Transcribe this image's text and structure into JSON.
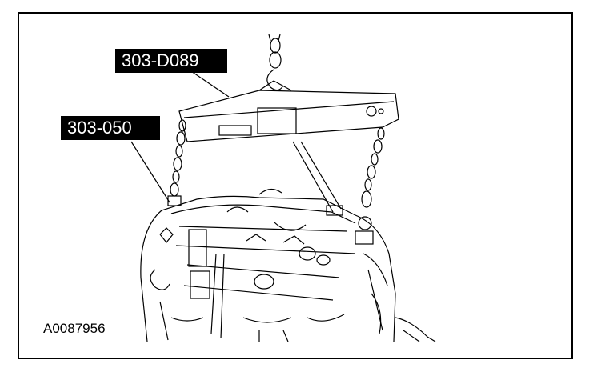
{
  "callouts": {
    "lifting_bracket": "303-D089",
    "engine_bracket": "303-050"
  },
  "figure_id": "A0087956",
  "colors": {
    "ink": "#000000",
    "paper": "#ffffff"
  }
}
